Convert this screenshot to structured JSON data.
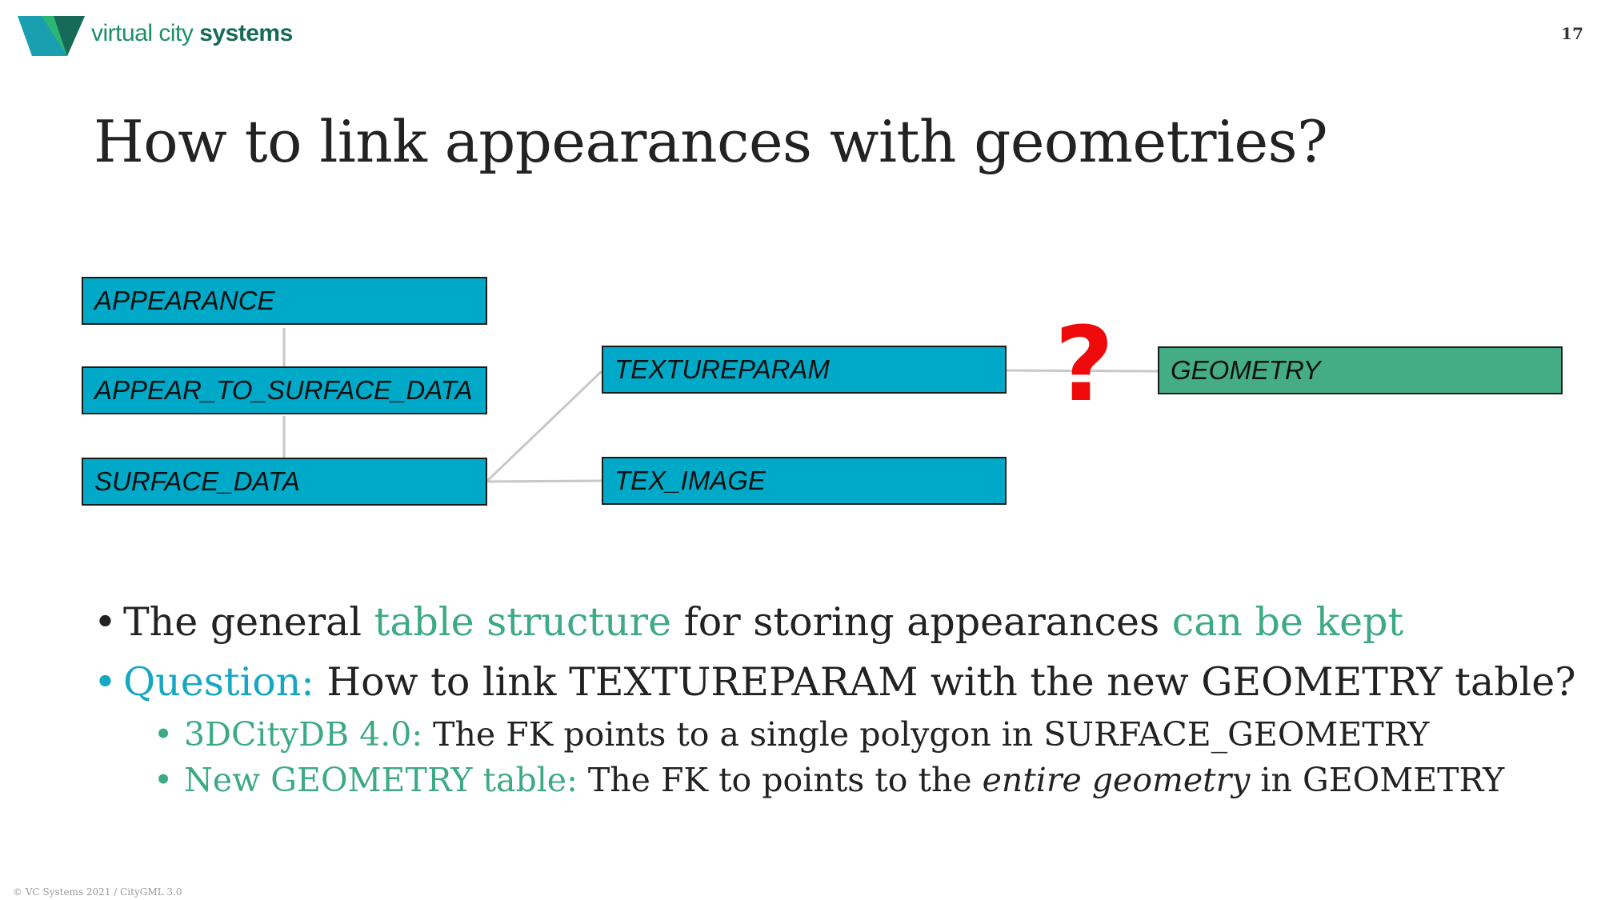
{
  "header": {
    "brand_regular": "virtual city",
    "brand_bold": "systems",
    "page_number": "17",
    "logo_icon": "vcs-logo-icon",
    "colors": {
      "dark_green": "#176a58",
      "teal": "#1a9fb0",
      "green": "#2bb673"
    }
  },
  "slide": {
    "title": "How to link appearances with geometries?"
  },
  "diagram": {
    "tables": {
      "appearance": "APPEARANCE",
      "appear_to_surface_data": "APPEAR_TO_SURFACE_DATA",
      "surface_data": "SURFACE_DATA",
      "textureparam": "TEXTUREPARAM",
      "tex_image": "TEX_IMAGE",
      "geometry": "GEOMETRY"
    },
    "question_mark": "?",
    "colors": {
      "table_fill": "#01a9c8",
      "geometry_fill": "#44ad86",
      "connector": "#c8c8c8",
      "question_mark": "#ee0a0a"
    }
  },
  "bullets": {
    "b1": {
      "t1": "The general ",
      "t2": "table structure",
      "t3": " for storing appearances ",
      "t4": "can be kept"
    },
    "b2": {
      "t1": "Question:",
      "t2": " How to link TEXTUREPARAM with the new GEOMETRY table?"
    },
    "b2_1": {
      "t1": "3DCityDB 4.0:",
      "t2": " The FK points to a single polygon in SURFACE_GEOMETRY"
    },
    "b2_2": {
      "t1": "New GEOMETRY table:",
      "t2": " The FK to points to the ",
      "t3": "entire geometry",
      "t4": " in GEOMETRY"
    },
    "bullet_char": "•",
    "colors": {
      "green": "#3daa85",
      "cyan": "#16a7c2"
    }
  },
  "footer": {
    "text": "© VC Systems 2021 / CityGML 3.0"
  }
}
